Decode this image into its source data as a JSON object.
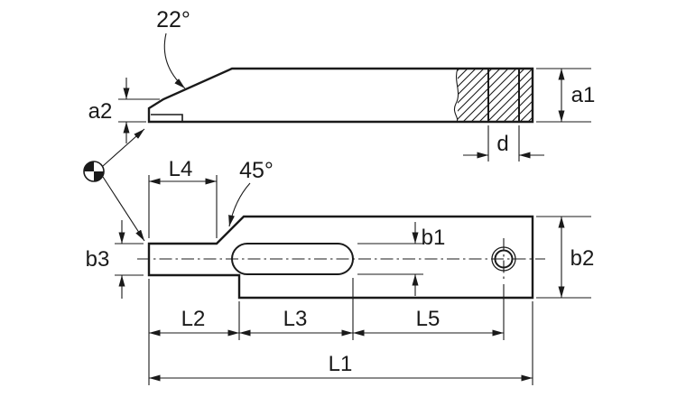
{
  "drawing": {
    "background": "#ffffff",
    "line_color": "#1a1a1a",
    "labels": {
      "angle_tip": "22°",
      "angle_chamfer": "45°",
      "a1": "a1",
      "a2": "a2",
      "d": "d",
      "b1": "b1",
      "b2": "b2",
      "b3": "b3",
      "L1": "L1",
      "L2": "L2",
      "L3": "L3",
      "L4": "L4",
      "L5": "L5"
    }
  }
}
